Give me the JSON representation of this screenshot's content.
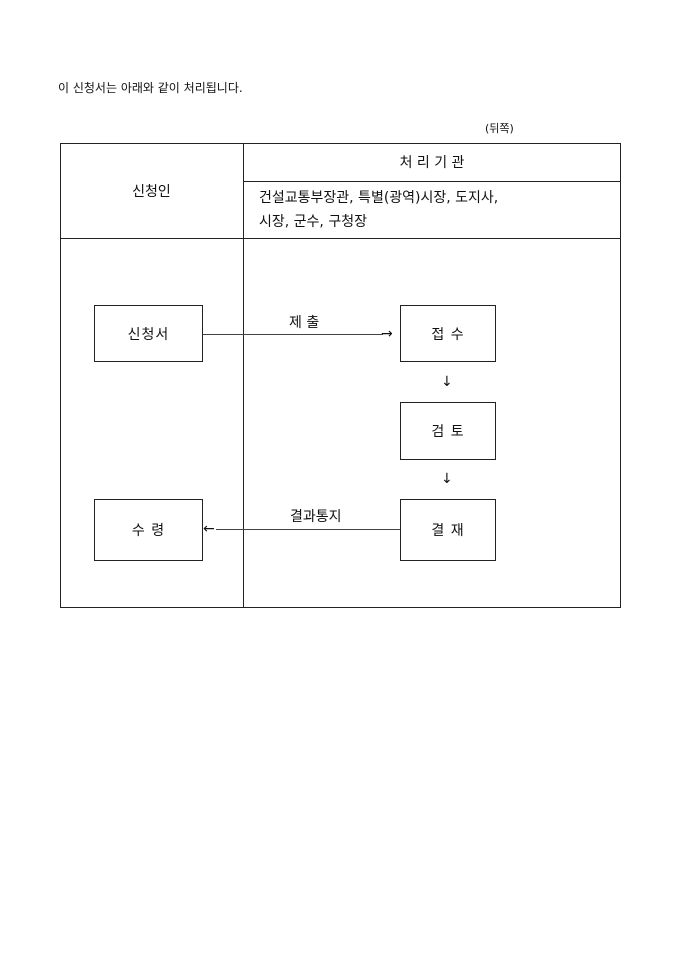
{
  "intro": "이 신청서는 아래와 같이 처리됩니다.",
  "side_label": "(뒤쪽)",
  "table": {
    "applicant_header": "신청인",
    "agency_header": "처 리 기 관",
    "agency_line1": "건설교통부장관, 특별(광역)시장, 도지사,",
    "agency_line2": "시장, 군수, 구청장"
  },
  "flow": {
    "application": "신청서",
    "submit": "제  출",
    "receipt": "접  수",
    "review": "검  토",
    "approval": "결  재",
    "notify": "결과통지",
    "receive": "수  령",
    "arrow_right": "→",
    "arrow_left": "←",
    "arrow_down": "↓"
  }
}
